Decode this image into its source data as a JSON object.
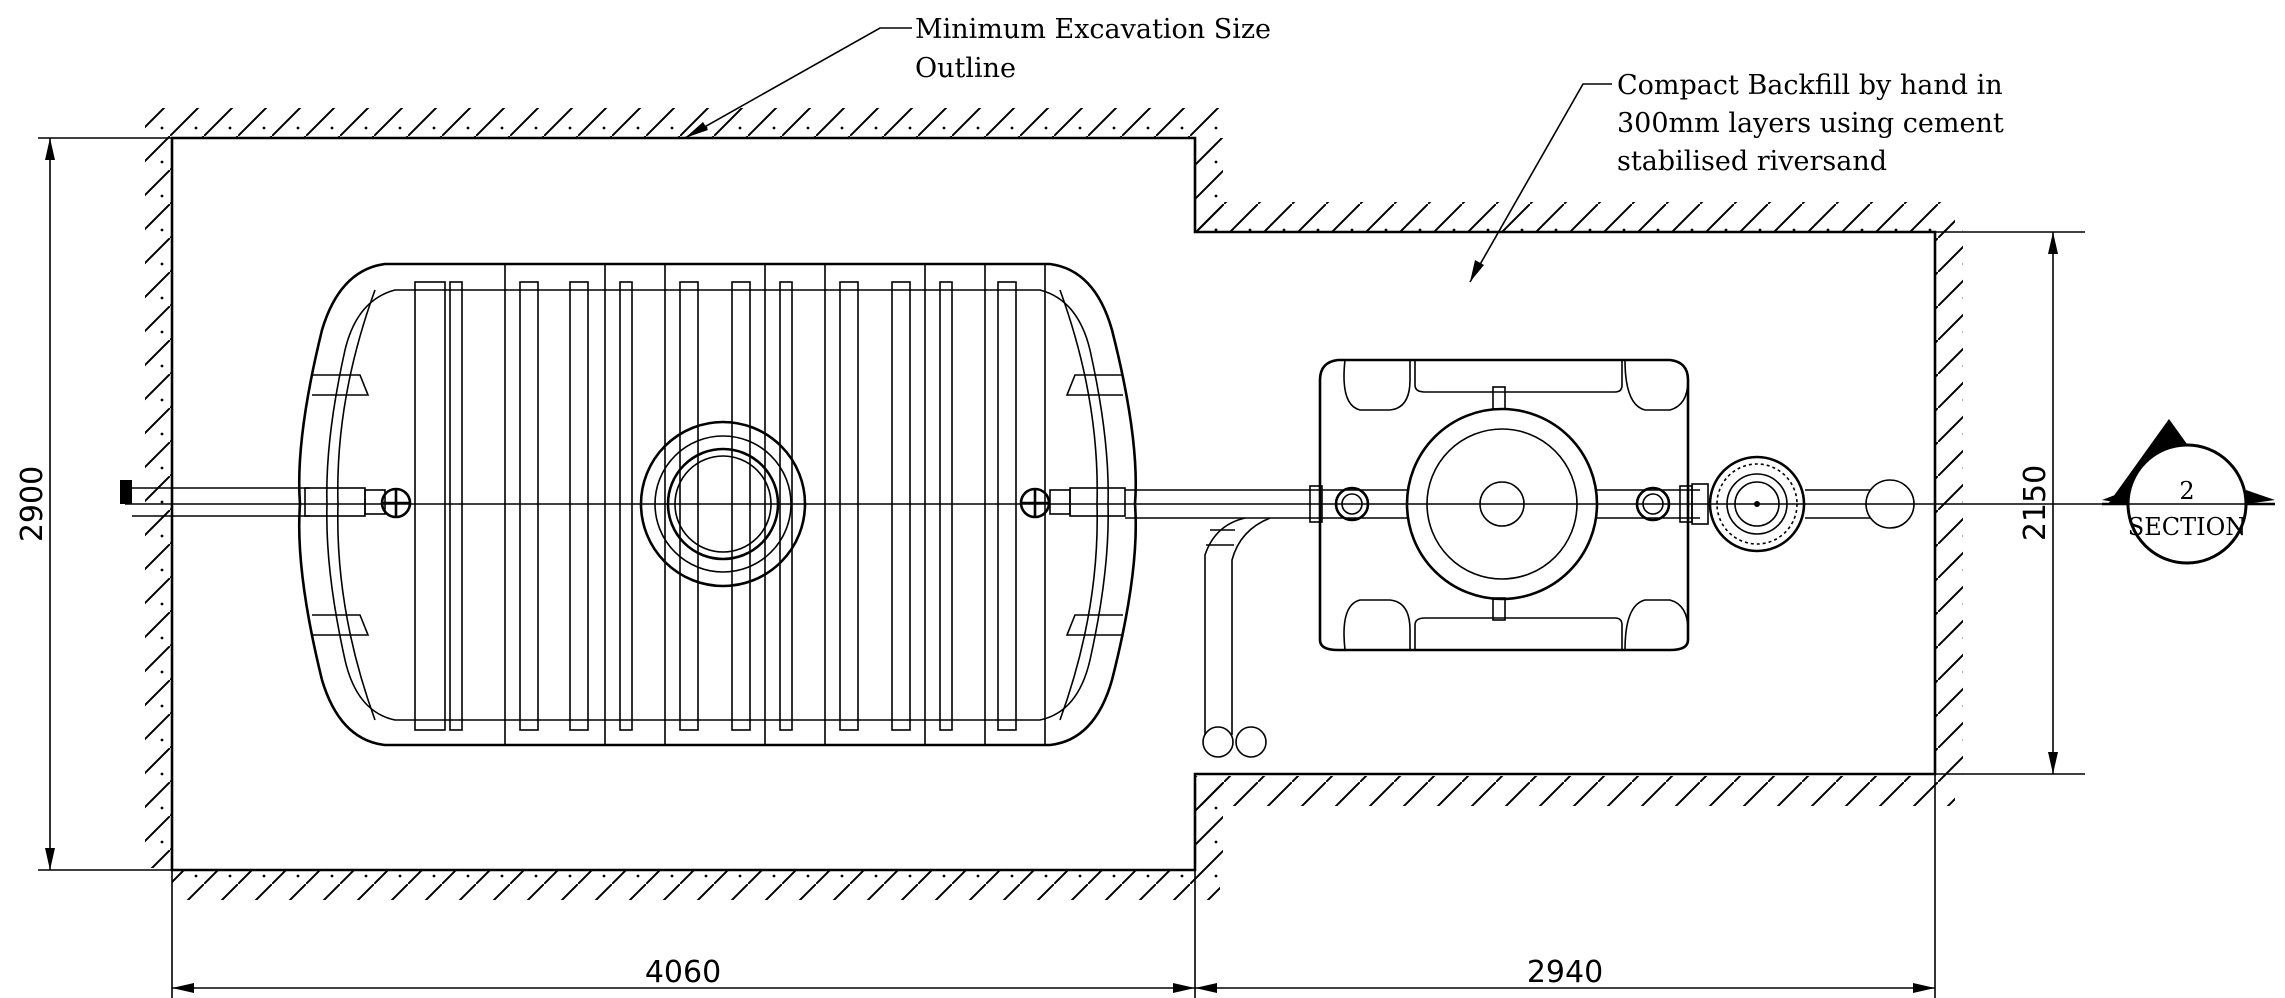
{
  "annotations": {
    "excavation_line1": "Minimum Excavation Size",
    "excavation_line2": "Outline",
    "backfill_line1": "Compact Backfill by hand in",
    "backfill_line2": "300mm layers using cement",
    "backfill_line3": "stabilised riversand"
  },
  "dimensions": {
    "left_height": "2900",
    "right_height": "2150",
    "bottom_left_width": "4060",
    "bottom_right_width": "2940"
  },
  "section_marker": {
    "number": "2",
    "label": "SECTION"
  },
  "colors": {
    "line": "#000000",
    "background": "#ffffff"
  }
}
